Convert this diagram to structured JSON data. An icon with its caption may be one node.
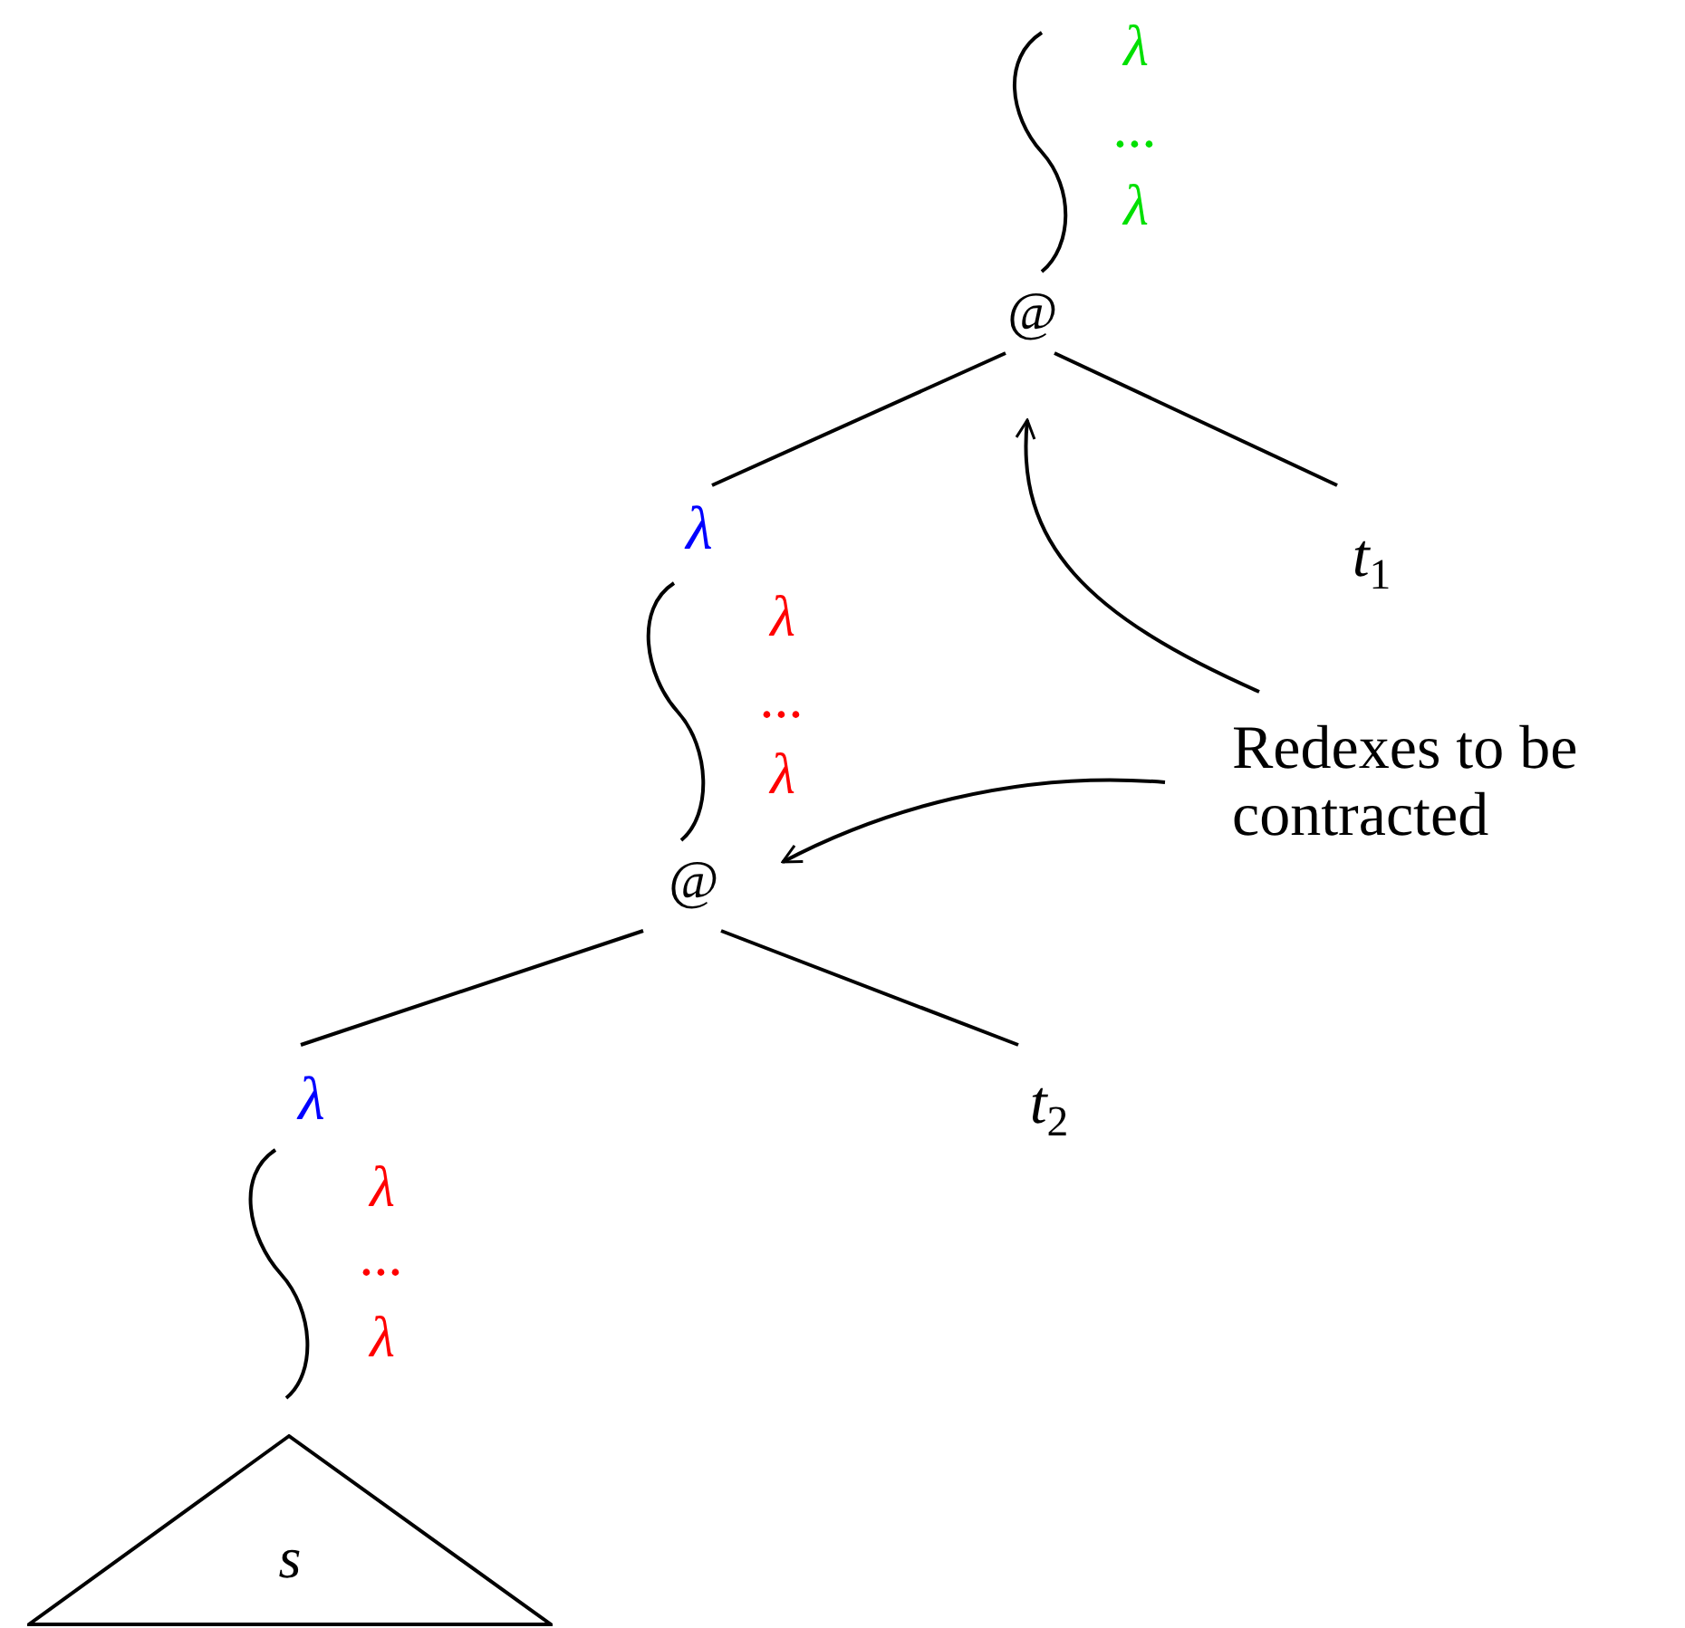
{
  "diagram": {
    "nodes": [
      {
        "text": [
          "@"
        ]
      },
      {
        "text": [
          "λ"
        ]
      },
      {
        "text": [
          "t$_{1}$"
        ]
      },
      {
        "text": [
          "@"
        ]
      },
      {
        "text": [
          "λ"
        ]
      },
      {
        "text": [
          "t$_{2}$"
        ]
      },
      {
        "text": [
          "s"
        ]
      },
      {
        "text": [
          "Redexes to be contracted"
        ]
      }
    ],
    "edges": [
      {
        "from": null,
        "to": 0,
        "arrow": "none"
      },
      {
        "from": 0,
        "to": 1,
        "arrow": "none"
      },
      {
        "from": 0,
        "to": 2,
        "arrow": "none"
      },
      {
        "from": 1,
        "to": 3,
        "arrow": "none"
      },
      {
        "from": 3,
        "to": 4,
        "arrow": "none"
      },
      {
        "from": 3,
        "to": 5,
        "arrow": "none"
      },
      {
        "from": 4,
        "to": 6,
        "arrow": "none"
      },
      {
        "from": 7,
        "to": 0,
        "arrow": "to"
      },
      {
        "from": 7,
        "to": 3,
        "arrow": "to"
      }
    ],
    "labels": [
      "λ",
      "...",
      "λ",
      "λ",
      "...",
      "λ",
      "λ",
      "...",
      "λ"
    ]
  }
}
